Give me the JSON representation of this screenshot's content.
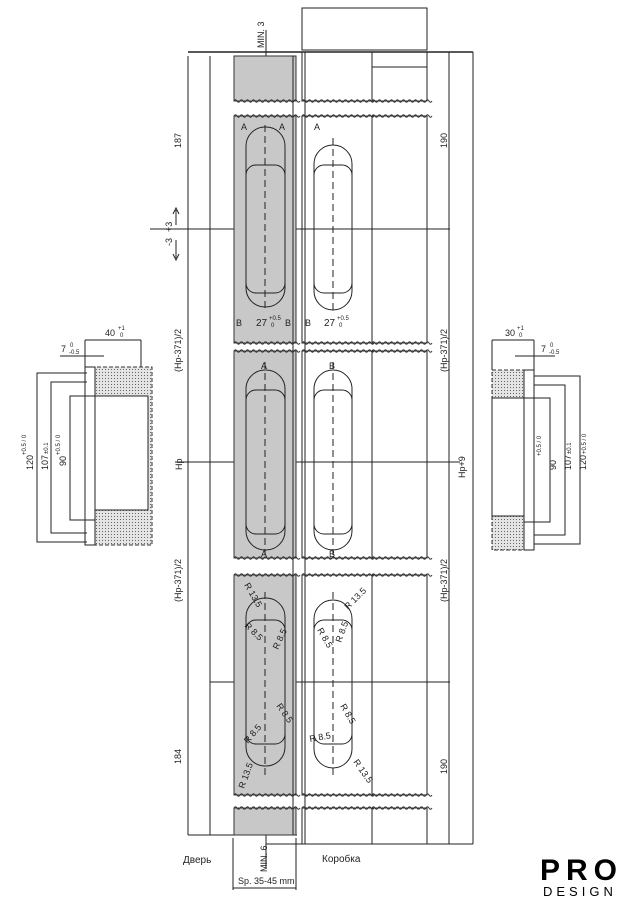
{
  "drawing": {
    "labels": {
      "door": "Дверь",
      "frame": "Коробка",
      "thickness": "Sp. 35-45 mm",
      "min_top": "MIN. 3",
      "min_bottom": "MIN. 6",
      "adjust_plus": "+3",
      "adjust_minus": "-3"
    },
    "left_dims": {
      "top": "187",
      "half_upper": "(Hp-371)/2",
      "total": "Hp",
      "half_lower": "(Hp-371)/2",
      "bottom": "184"
    },
    "right_dims": {
      "top": "190",
      "half_upper": "(Hp-371)/2",
      "total": "Hp+9",
      "half_lower": "(Hp-371)/2",
      "bottom": "190"
    },
    "hinge_marks": {
      "a": "A",
      "b": "B",
      "width": "27",
      "width_tol_up": "+0.5",
      "width_tol_low": "0",
      "r_outer": "R 13.5",
      "r_inner": "R 8.5"
    },
    "door_section": {
      "depth": "40",
      "depth_tol_up": "+1",
      "depth_tol_low": "0",
      "offset": "7",
      "offset_tol_up": "0",
      "offset_tol_low": "-0.5",
      "h120": "120",
      "h120_tol": "+0.5 / 0",
      "h107": "107",
      "h107_tol": "±0.1",
      "h90": "90",
      "h90_tol": "+0.5 / 0"
    },
    "frame_section": {
      "depth": "30",
      "depth_tol_up": "+1",
      "depth_tol_low": "0",
      "offset": "7",
      "offset_tol_up": "0",
      "offset_tol_low": "-0.5",
      "h120": "120",
      "h120_tol": "+0.5 / 0",
      "h107": "107",
      "h107_tol": "±0.1",
      "h90": "90",
      "h90_tol": "+0.5 / 0"
    }
  },
  "logo": {
    "line1": "PRO",
    "line2": "DESIGN"
  }
}
